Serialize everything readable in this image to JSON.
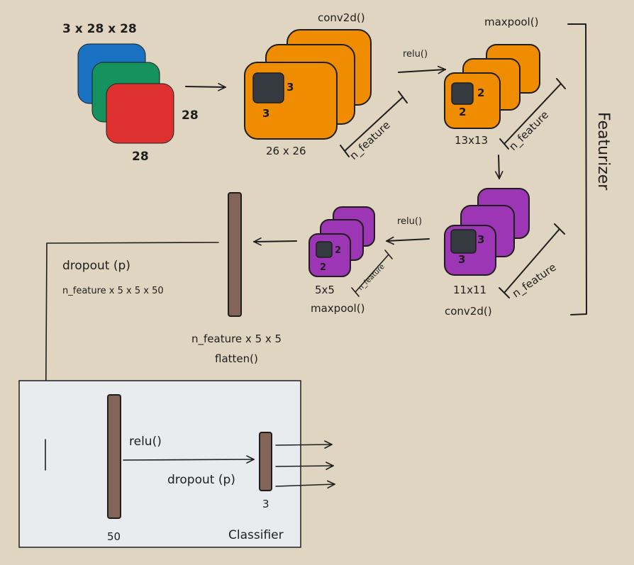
{
  "input": {
    "dims": "3 x 28 x 28",
    "height": "28",
    "width": "28",
    "colors": {
      "blue": "#1971c2",
      "green": "#16925e",
      "red": "#e03131"
    }
  },
  "conv1": {
    "op": "conv2d()",
    "kernel_w": "3",
    "kernel_h": "3",
    "out_size": "26 x 26",
    "features": "n_feature",
    "color": "#f08c00"
  },
  "relu1": {
    "op": "relu()"
  },
  "pool1": {
    "op": "maxpool()",
    "kernel_w": "2",
    "kernel_h": "2",
    "out_size": "13x13",
    "features": "n_feature"
  },
  "conv2": {
    "op": "conv2d()",
    "kernel_w": "3",
    "kernel_h": "3",
    "out_size": "11x11",
    "features": "n_feature",
    "color": "#9c36b5"
  },
  "relu2": {
    "op": "relu()"
  },
  "pool2": {
    "op": "maxpool()",
    "kernel_w": "2",
    "kernel_h": "2",
    "out_size": "5x5",
    "features": "n_feature"
  },
  "flatten": {
    "size": "n_feature x 5 x 5",
    "op": "flatten()",
    "color": "#846358"
  },
  "dropout1": {
    "op": "dropout (p)",
    "size": "n_feature x 5 x 5 x 50"
  },
  "featurizer": {
    "label": "Featurizer"
  },
  "classifier": {
    "label": "Classifier",
    "hidden_size": "50",
    "relu": "relu()",
    "dropout": "dropout (p)",
    "out_size": "3"
  }
}
